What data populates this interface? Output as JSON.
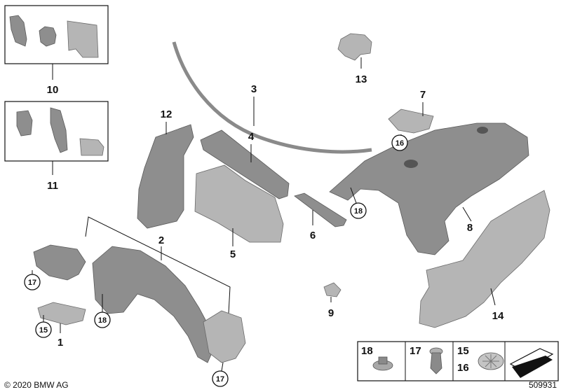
{
  "copyright": "© 2020 BMW AG",
  "diagram_number": "509931",
  "callouts": {
    "c1": "1",
    "c2": "2",
    "c3": "3",
    "c4": "4",
    "c5": "5",
    "c6": "6",
    "c7": "7",
    "c8": "8",
    "c9": "9",
    "c10": "10",
    "c11": "11",
    "c12": "12",
    "c13": "13",
    "c14": "14"
  },
  "circled": {
    "c15": "15",
    "c16_a": "16",
    "c17_a": "17",
    "c17_b": "17",
    "c18_a": "18",
    "c18_b": "18"
  },
  "legend": {
    "l18": "18",
    "l17": "17",
    "l15": "15",
    "l16": "16"
  }
}
